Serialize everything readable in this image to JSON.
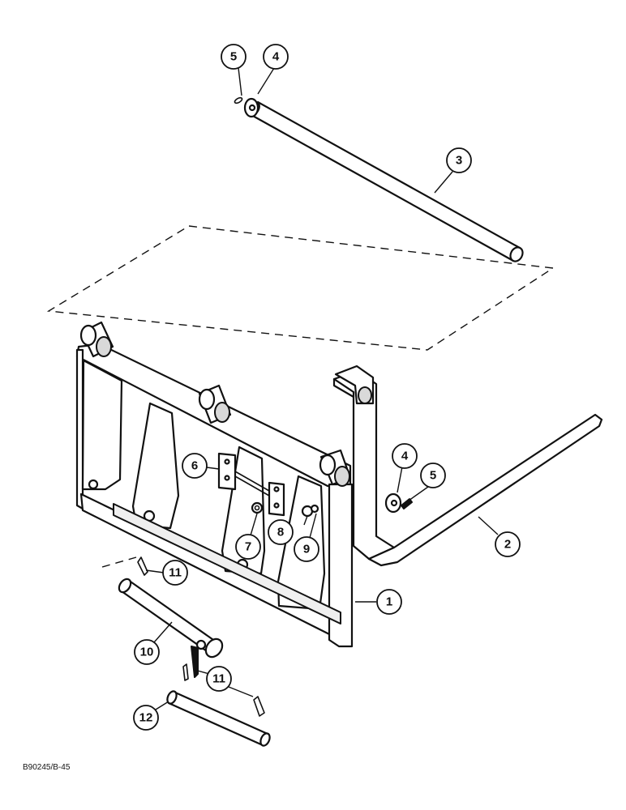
{
  "callouts": [
    {
      "id": "c1",
      "number": "1"
    },
    {
      "id": "c2",
      "number": "2"
    },
    {
      "id": "c3",
      "number": "3"
    },
    {
      "id": "c4a",
      "number": "4"
    },
    {
      "id": "c4b",
      "number": "4"
    },
    {
      "id": "c5a",
      "number": "5"
    },
    {
      "id": "c5b",
      "number": "5"
    },
    {
      "id": "c6",
      "number": "6"
    },
    {
      "id": "c7",
      "number": "7"
    },
    {
      "id": "c8",
      "number": "8"
    },
    {
      "id": "c9",
      "number": "9"
    },
    {
      "id": "c10",
      "number": "10"
    },
    {
      "id": "c11a",
      "number": "11"
    },
    {
      "id": "c11b",
      "number": "11"
    },
    {
      "id": "c12",
      "number": "12"
    }
  ],
  "reference_code": "B90245/B-45"
}
